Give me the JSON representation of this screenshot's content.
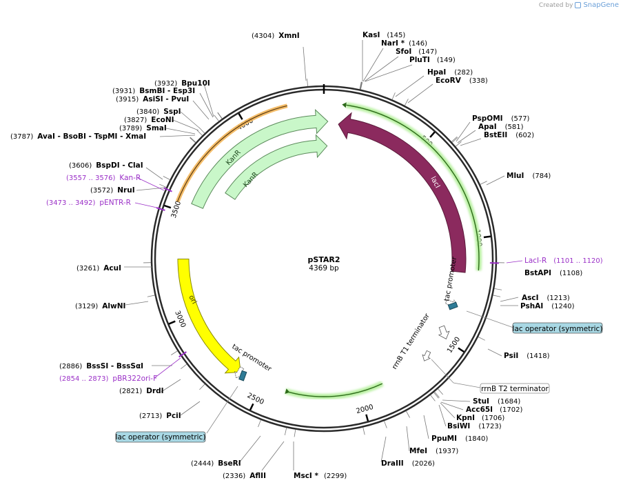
{
  "brand": {
    "created_by": "Created by",
    "name": "SnapGene"
  },
  "plasmid": {
    "name": "pSTAR2",
    "size_label": "4369 bp",
    "length": 4369
  },
  "ticks": [
    {
      "pos": 500,
      "label": "500"
    },
    {
      "pos": 1000,
      "label": "1000"
    },
    {
      "pos": 1500,
      "label": "1500"
    },
    {
      "pos": 2000,
      "label": "2000"
    },
    {
      "pos": 2500,
      "label": "2500"
    },
    {
      "pos": 3000,
      "label": "3000"
    },
    {
      "pos": 3500,
      "label": "3500"
    },
    {
      "pos": 4000,
      "label": "4000"
    }
  ],
  "sites": [
    {
      "name": "XmnI",
      "pos_label": "(4304)",
      "pos": 4304
    },
    {
      "name": "KasI",
      "pos_label": "(145)",
      "pos": 145
    },
    {
      "name": "NarI *",
      "pos_label": "(146)",
      "pos": 146
    },
    {
      "name": "SfoI",
      "pos_label": "(147)",
      "pos": 147
    },
    {
      "name": "PluTI",
      "pos_label": "(149)",
      "pos": 149
    },
    {
      "name": "HpaI",
      "pos_label": "(282)",
      "pos": 282
    },
    {
      "name": "EcoRV",
      "pos_label": "(338)",
      "pos": 338
    },
    {
      "name": "PspOMI",
      "pos_label": "(577)",
      "pos": 577
    },
    {
      "name": "ApaI",
      "pos_label": "(581)",
      "pos": 581
    },
    {
      "name": "BstEII",
      "pos_label": "(602)",
      "pos": 602
    },
    {
      "name": "MluI",
      "pos_label": "(784)",
      "pos": 784
    },
    {
      "name": "BstAPI",
      "pos_label": "(1108)",
      "pos": 1108
    },
    {
      "name": "AscI",
      "pos_label": "(1213)",
      "pos": 1213
    },
    {
      "name": "PshAI",
      "pos_label": "(1240)",
      "pos": 1240
    },
    {
      "name": "PsiI",
      "pos_label": "(1418)",
      "pos": 1418
    },
    {
      "name": "StuI",
      "pos_label": "(1684)",
      "pos": 1684
    },
    {
      "name": "Acc65I",
      "pos_label": "(1702)",
      "pos": 1702
    },
    {
      "name": "KpnI",
      "pos_label": "(1706)",
      "pos": 1706
    },
    {
      "name": "BsiWI",
      "pos_label": "(1723)",
      "pos": 1723
    },
    {
      "name": "PpuMI",
      "pos_label": "(1840)",
      "pos": 1840
    },
    {
      "name": "MfeI",
      "pos_label": "(1937)",
      "pos": 1937
    },
    {
      "name": "DraIII",
      "pos_label": "(2026)",
      "pos": 2026
    },
    {
      "name": "MscI *",
      "pos_label": "(2299)",
      "pos": 2299
    },
    {
      "name": "AflII",
      "pos_label": "(2336)",
      "pos": 2336
    },
    {
      "name": "BseRI",
      "pos_label": "(2444)",
      "pos": 2444
    },
    {
      "name": "PciI",
      "pos_label": "(2713)",
      "pos": 2713
    },
    {
      "name": "DrdI",
      "pos_label": "(2821)",
      "pos": 2821
    },
    {
      "name": "BssSI - BssSαI",
      "pos_label": "(2886)",
      "pos": 2886
    },
    {
      "name": "AlwNI",
      "pos_label": "(3129)",
      "pos": 3129
    },
    {
      "name": "AcuI",
      "pos_label": "(3261)",
      "pos": 3261
    },
    {
      "name": "NruI",
      "pos_label": "(3572)",
      "pos": 3572
    },
    {
      "name": "BspDI - ClaI",
      "pos_label": "(3606)",
      "pos": 3606
    },
    {
      "name": "AvaI - BsoBI - TspMI - XmaI",
      "pos_label": "(3787)",
      "pos": 3787
    },
    {
      "name": "SmaI",
      "pos_label": "(3789)",
      "pos": 3789
    },
    {
      "name": "EcoNI",
      "pos_label": "(3827)",
      "pos": 3827
    },
    {
      "name": "SspI",
      "pos_label": "(3840)",
      "pos": 3840
    },
    {
      "name": "AsiSI - PvuI",
      "pos_label": "(3915)",
      "pos": 3915
    },
    {
      "name": "BsmBI - Esp3I",
      "pos_label": "(3931)",
      "pos": 3931
    },
    {
      "name": "Bpu10I",
      "pos_label": "(3932)",
      "pos": 3932
    }
  ],
  "primers": [
    {
      "name": "LacI-R",
      "range": "(1101 .. 1120)",
      "pos": 1110
    },
    {
      "name": "Kan-R",
      "range": "(3557 .. 3576)",
      "pos": 3566
    },
    {
      "name": "pENTR-R",
      "range": "(3473 .. 3492)",
      "pos": 3482
    },
    {
      "name": "pBR322ori-F",
      "range": "(2854 .. 2873)",
      "pos": 2863
    }
  ],
  "features": [
    {
      "name": "lacI",
      "color": "#8b2a5e"
    },
    {
      "name": "KanR",
      "color": "#c9f7c9"
    },
    {
      "name": "KanR",
      "color": "#c9f7c9"
    },
    {
      "name": "ori",
      "color": "#ffff00"
    },
    {
      "name": "tac promoter",
      "color": "#ffffff"
    },
    {
      "name": "tac promoter",
      "color": "#ffffff"
    },
    {
      "name": "rrnB T1 terminator",
      "color": "#ffffff"
    },
    {
      "name": "lac operator (symmetric)",
      "color": "#2e7b96"
    },
    {
      "name": "lac operator (symmetric)",
      "color": "#2e7b96"
    }
  ],
  "boxed_labels": [
    {
      "name": "lac operator (symmetric)",
      "fill": "#a8d8e4"
    },
    {
      "name": "rrnB T2 terminator",
      "fill": "#ffffff"
    },
    {
      "name": "lac operator (symmetric)",
      "fill": "#a8d8e4"
    }
  ]
}
